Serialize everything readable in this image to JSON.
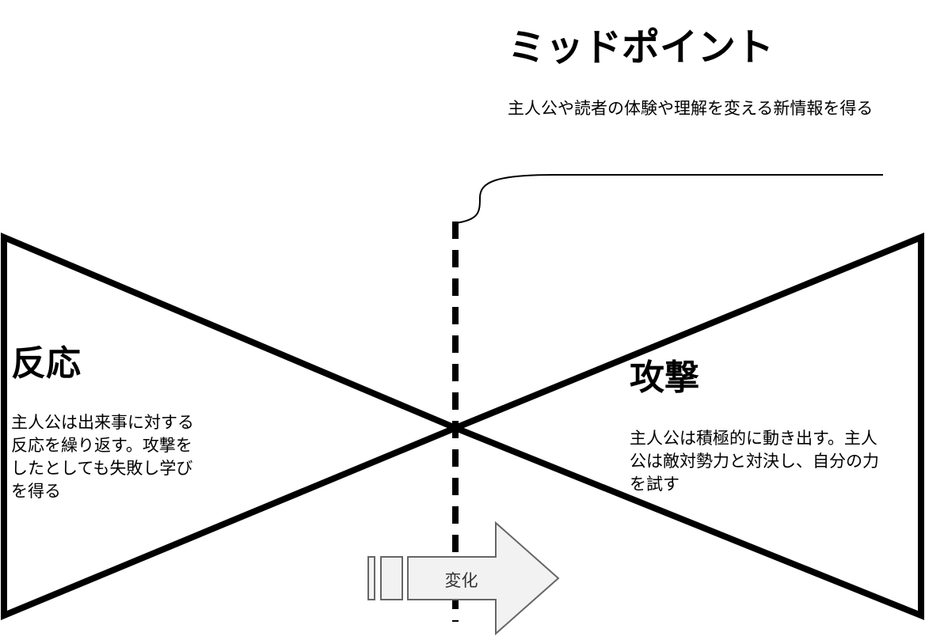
{
  "midpoint": {
    "title": "ミッドポイント",
    "description": "主人公や読者の体験や理解を変える新情報を得る"
  },
  "reaction": {
    "title": "反応",
    "description": "主人公は出来事に対する反応を繰り返す。攻撃をしたとしても失敗し学びを得る"
  },
  "attack": {
    "title": "攻撃",
    "description": "主人公は積極的に動き出す。主人公は敵対勢力と対決し、自分の力を試す"
  },
  "change": {
    "label": "変化"
  },
  "colors": {
    "outline": "#000000",
    "arrow_fill": "#f2f2f2",
    "arrow_stroke": "#666666",
    "label_text": "#333333"
  }
}
